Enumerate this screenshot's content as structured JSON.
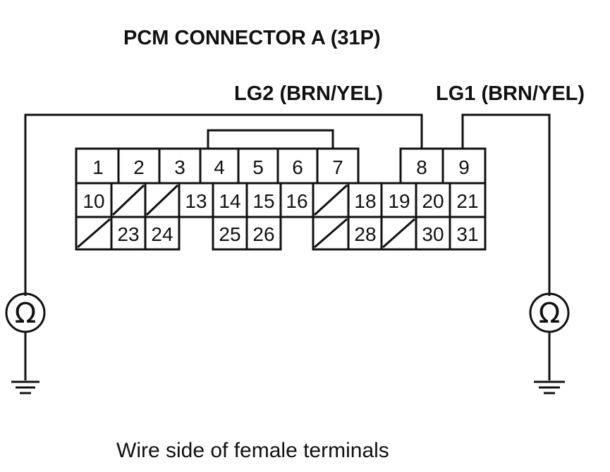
{
  "title": "PCM CONNECTOR A (31P)",
  "wires": {
    "left_label": "LG2 (BRN/YEL)",
    "right_label": "LG1 (BRN/YEL)"
  },
  "meter": {
    "symbol": "Ω"
  },
  "caption": "Wire side of female terminals",
  "pins": {
    "row1": [
      "1",
      "2",
      "3",
      "4",
      "5",
      "6",
      "7",
      "8",
      "9"
    ],
    "row2": [
      "10",
      "13",
      "14",
      "15",
      "16",
      "18",
      "19",
      "20",
      "21"
    ],
    "row3": [
      "23",
      "24",
      "25",
      "26",
      "28",
      "30",
      "31"
    ]
  },
  "colors": {
    "line": "#111111",
    "background": "#ffffff"
  }
}
